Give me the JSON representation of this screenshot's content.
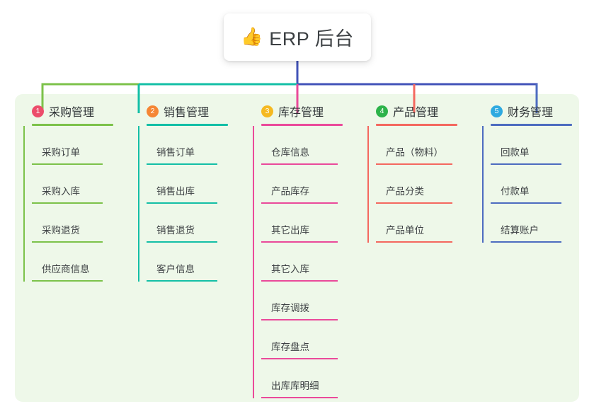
{
  "title": {
    "emoji": "👍",
    "emoji_name": "thumbs-up-emoji",
    "text": "ERP 后台"
  },
  "theme": {
    "panel_background": "#eef8e9",
    "page_background": "#ffffff",
    "card_background": "#ffffff",
    "text_color": "#3d4144"
  },
  "connector_colors": {
    "trunk": "#4253b8",
    "bus_left": "#7cc24a",
    "bus_mid": "#13bfa6",
    "bus_right": "#4253b8"
  },
  "columns": [
    {
      "number": "1",
      "title": "采购管理",
      "badge_color": "#ec4d6b",
      "accent_color": "#7cc24a",
      "drop_color": "#7cc24a",
      "items": [
        "采购订单",
        "采购入库",
        "采购退货",
        "供应商信息"
      ]
    },
    {
      "number": "2",
      "title": "销售管理",
      "badge_color": "#f58634",
      "accent_color": "#13bfa6",
      "drop_color": "#13bfa6",
      "items": [
        "销售订单",
        "销售出库",
        "销售退货",
        "客户信息"
      ]
    },
    {
      "number": "3",
      "title": "库存管理",
      "badge_color": "#f5b921",
      "accent_color": "#ea4a9a",
      "drop_color": "#ea4a9a",
      "items": [
        "仓库信息",
        "产品库存",
        "其它出库",
        "其它入库",
        "库存调拨",
        "库存盘点",
        "出库库明细"
      ]
    },
    {
      "number": "4",
      "title": "产品管理",
      "badge_color": "#2cb34a",
      "accent_color": "#f4685f",
      "drop_color": "#f4685f",
      "items": [
        "产品（物料）",
        "产品分类",
        "产品单位"
      ]
    },
    {
      "number": "5",
      "title": "财务管理",
      "badge_color": "#2eaae0",
      "accent_color": "#4d6cc0",
      "drop_color": "#4d6cc0",
      "items": [
        "回款单",
        "付款单",
        "结算账户"
      ]
    }
  ]
}
